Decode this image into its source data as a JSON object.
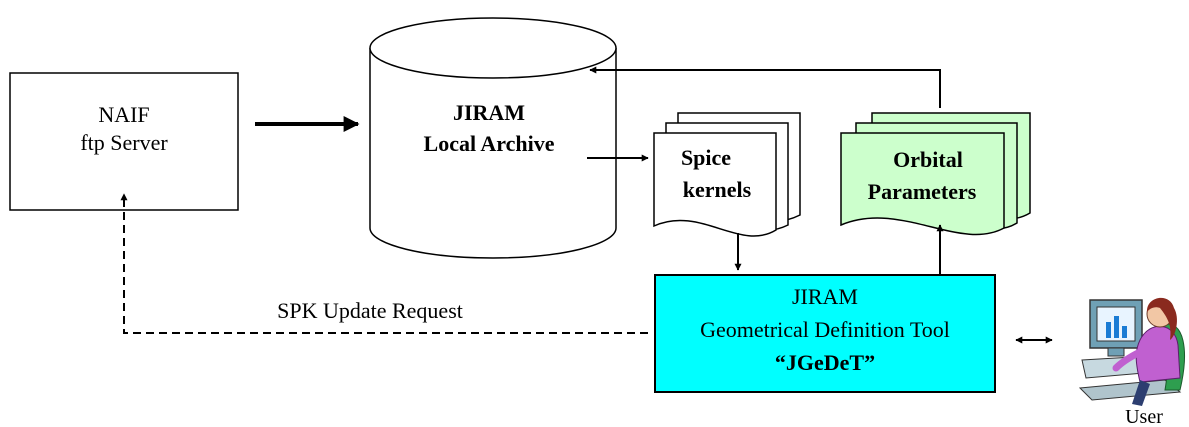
{
  "naif": {
    "line1": "NAIF",
    "line2": "ftp Server"
  },
  "archive": {
    "line1": "JIRAM",
    "line2": "Local Archive"
  },
  "spice": {
    "line1": "Spice",
    "line2": "kernels"
  },
  "orbital": {
    "line1": "Orbital",
    "line2": "Parameters"
  },
  "tool": {
    "line1": "JIRAM",
    "line2": "Geometrical Definition Tool",
    "line3": "“JGeDeT”"
  },
  "edge_labels": {
    "spk_request": "SPK Update Request"
  },
  "user": {
    "label": "User"
  },
  "colors": {
    "tool_fill": "#00ffff",
    "orbital_fill": "#ccffcc",
    "stroke": "#000000"
  }
}
